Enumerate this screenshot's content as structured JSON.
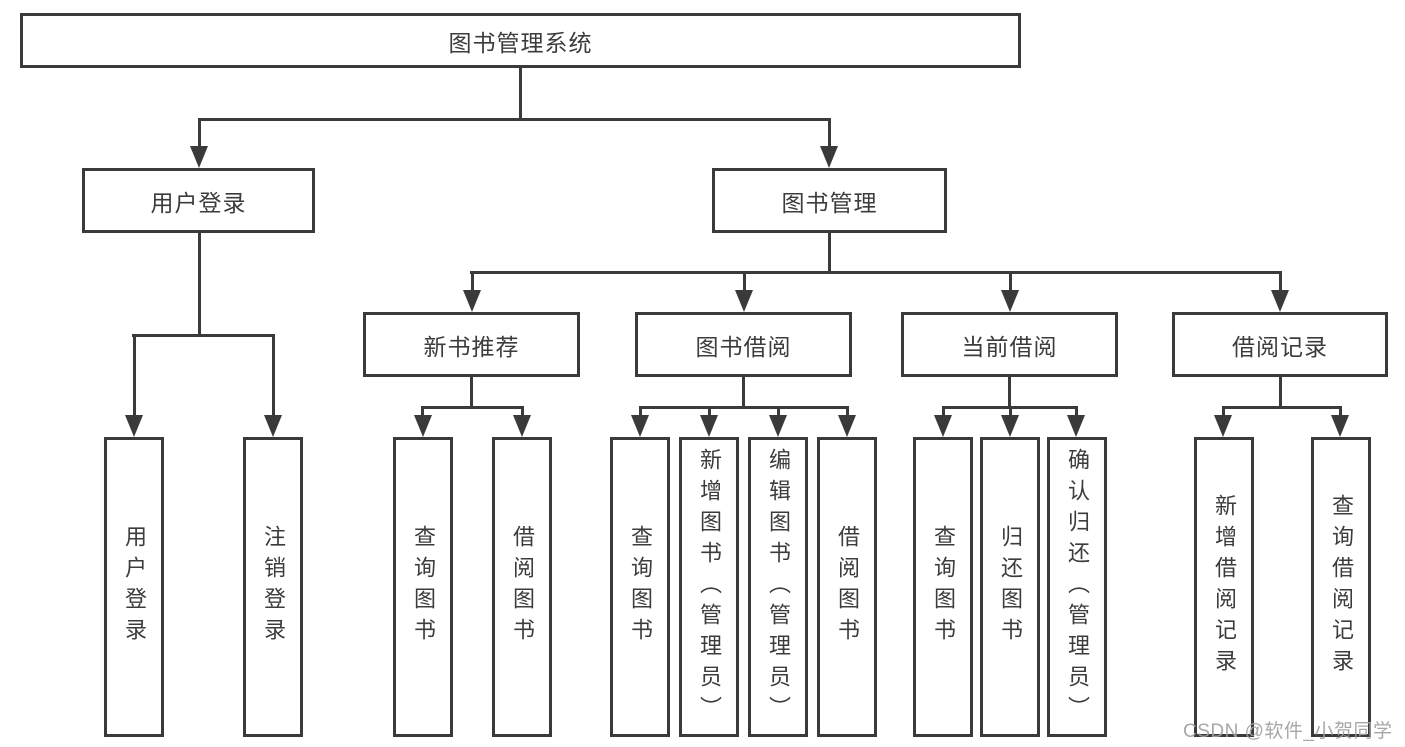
{
  "diagram": {
    "colors": {
      "line": "#3a3a3a",
      "text": "#3c3c3c",
      "background": "#ffffff",
      "watermark": "#a0a0a0"
    },
    "tree": {
      "label": "图书管理系统",
      "children": [
        {
          "label": "用户登录",
          "children": [
            {
              "label": "用户登录"
            },
            {
              "label": "注销登录"
            }
          ]
        },
        {
          "label": "图书管理",
          "children": [
            {
              "label": "新书推荐",
              "children": [
                {
                  "label": "查询图书"
                },
                {
                  "label": "借阅图书"
                }
              ]
            },
            {
              "label": "图书借阅",
              "children": [
                {
                  "label": "查询图书"
                },
                {
                  "label": "新增图书（管理员）"
                },
                {
                  "label": "编辑图书（管理员）"
                },
                {
                  "label": "借阅图书"
                }
              ]
            },
            {
              "label": "当前借阅",
              "children": [
                {
                  "label": "查询图书"
                },
                {
                  "label": "归还图书"
                },
                {
                  "label": "确认归还（管理员）"
                }
              ]
            },
            {
              "label": "借阅记录",
              "children": [
                {
                  "label": "新增借阅记录"
                },
                {
                  "label": "查询借阅记录"
                }
              ]
            }
          ]
        }
      ]
    },
    "watermark": "CSDN @软件_小贺同学"
  }
}
